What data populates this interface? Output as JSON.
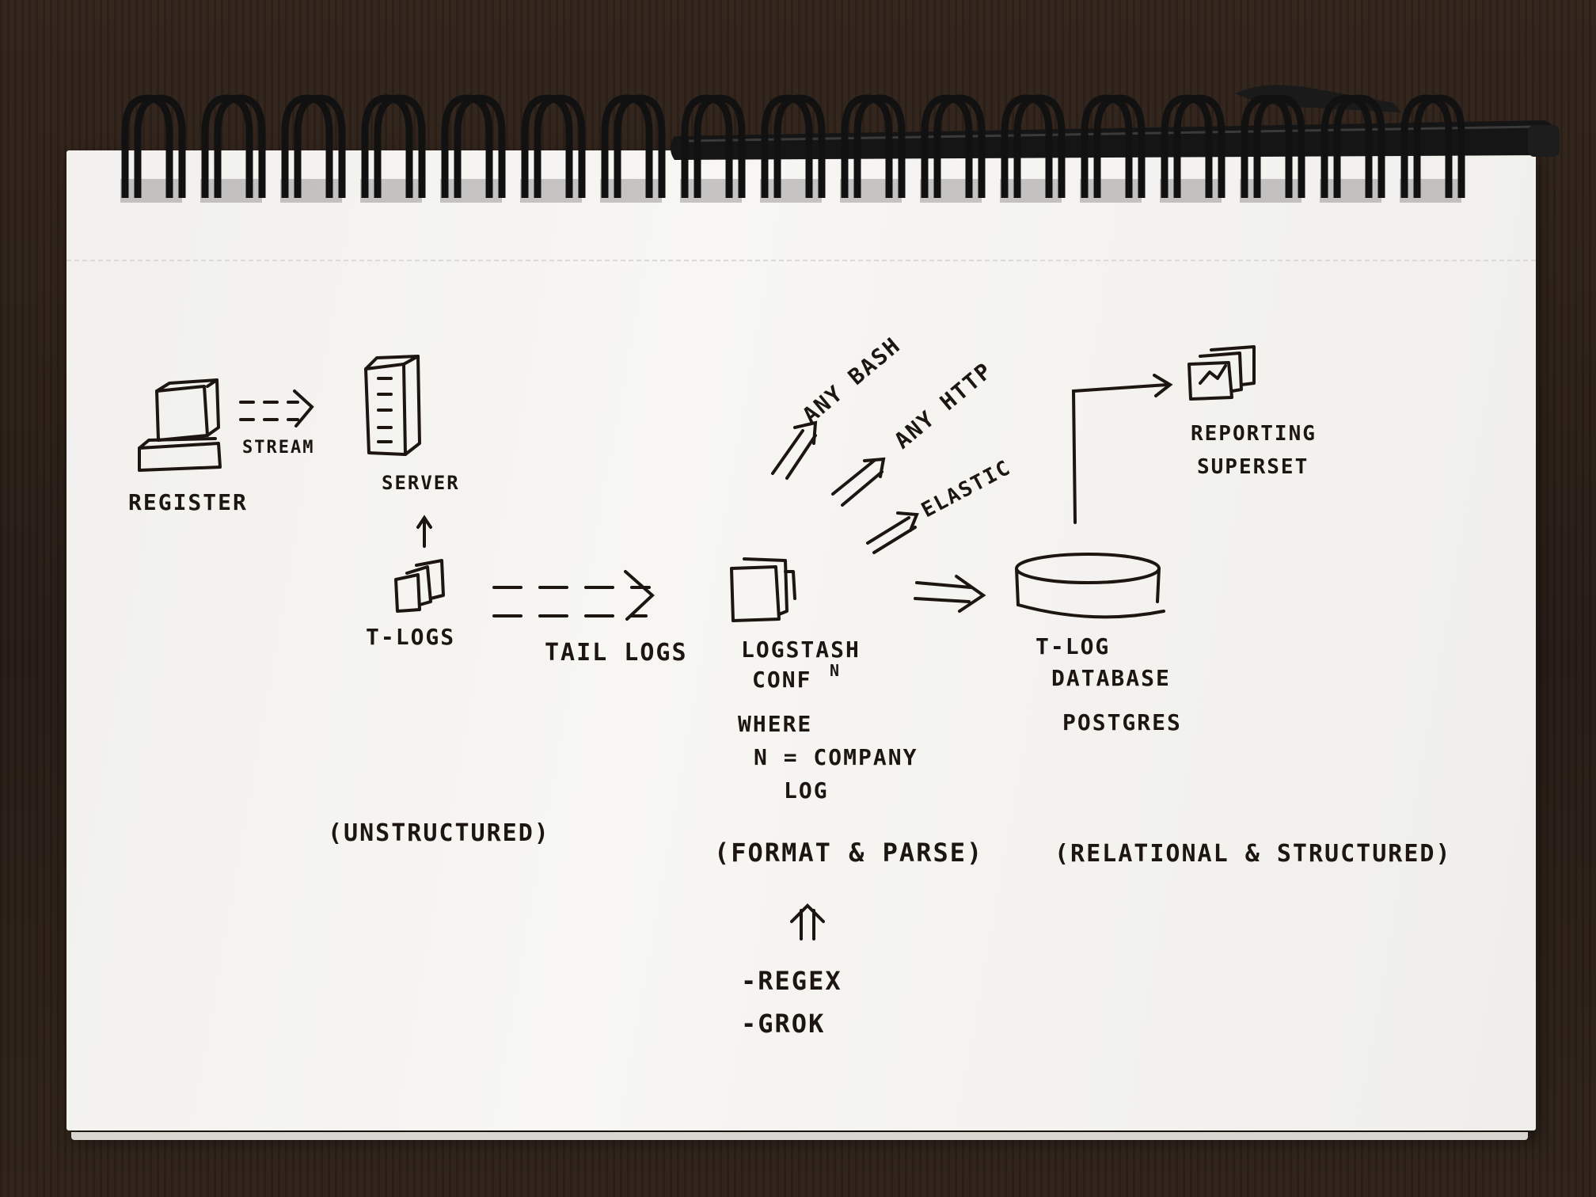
{
  "labels": {
    "register": "REGISTER",
    "stream": "STREAM",
    "server": "SERVER",
    "t_logs": "T-LOGS",
    "tail_logs": "TAIL LOGS",
    "logstash_line1": "LOGSTASH",
    "logstash_line2": "CONF",
    "logstash_sup": "N",
    "where": "WHERE",
    "n_equals": "N = COMPANY",
    "log": "LOG",
    "any_bash": "ANY BASH",
    "any_http": "ANY HTTP",
    "elastic": "ELASTIC",
    "tlog_db_line1": "T-LOG",
    "tlog_db_line2": "DATABASE",
    "postgres": "POSTGRES",
    "reporting": "REPORTING",
    "superset": "SUPERSET",
    "unstructured": "(UNSTRUCTURED)",
    "format_parse": "(FORMAT & PARSE)",
    "relational_structured": "(RELATIONAL & STRUCTURED)",
    "regex": "-REGEX",
    "grok": "-GROK"
  },
  "colors": {
    "ink": "#1c1510",
    "paper": "#f4f3f0",
    "desk": "#2a1f17",
    "binding": "#111111"
  }
}
